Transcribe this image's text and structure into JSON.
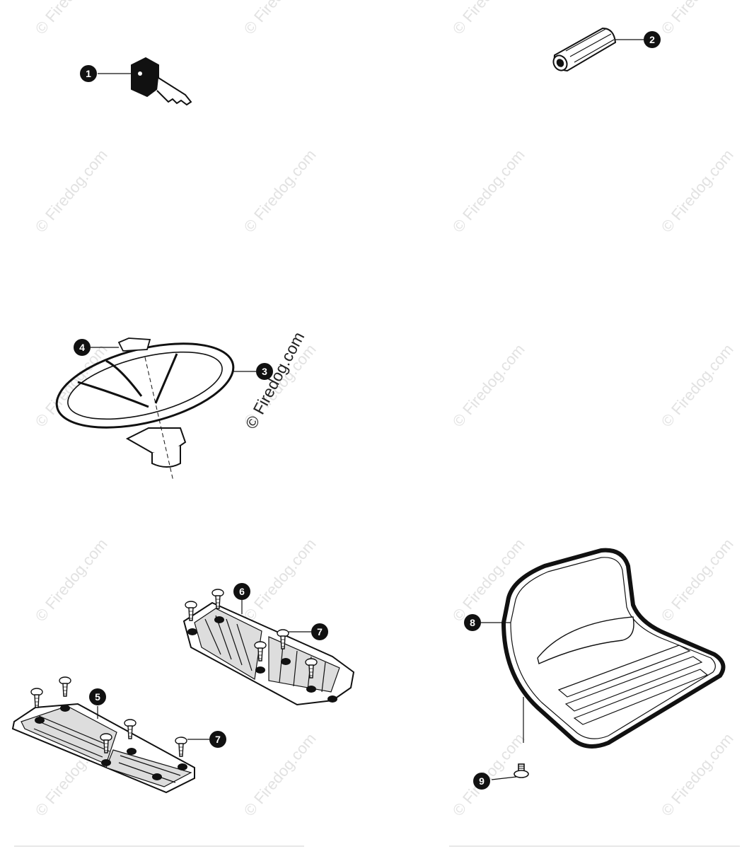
{
  "watermark": "© Firedog.com",
  "colors": {
    "line": "#111111",
    "watermark": "#e2e2e2",
    "callout_fill": "#111111",
    "callout_text": "#ffffff"
  },
  "parts": [
    {
      "id": "key",
      "callout": "1",
      "icon": "ignition-key-icon"
    },
    {
      "id": "grip",
      "callout": "2",
      "icon": "handle-grip-icon"
    },
    {
      "id": "steering-wheel",
      "callout": "3",
      "icon": "steering-wheel-icon"
    },
    {
      "id": "wheel-cap",
      "callout": "4",
      "icon": "steering-wheel-cap-icon"
    },
    {
      "id": "footrest-left",
      "callout": "5",
      "icon": "footrest-icon"
    },
    {
      "id": "footrest-right",
      "callout": "6",
      "icon": "footrest-icon"
    },
    {
      "id": "screw-a",
      "callout": "7",
      "icon": "screw-icon"
    },
    {
      "id": "screw-b",
      "callout": "7",
      "icon": "screw-icon"
    },
    {
      "id": "seat",
      "callout": "8",
      "icon": "seat-icon"
    },
    {
      "id": "seat-bolt",
      "callout": "9",
      "icon": "bolt-icon"
    }
  ]
}
